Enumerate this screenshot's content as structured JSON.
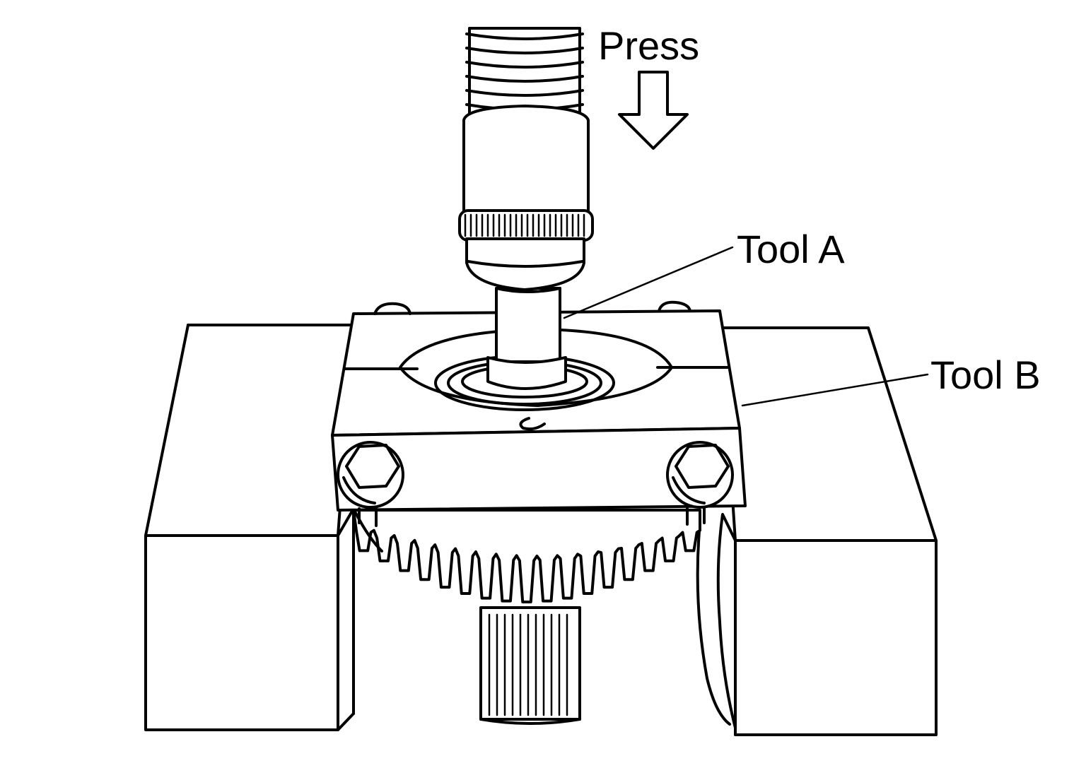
{
  "labels": {
    "press": "Press",
    "tool_a": "Tool A",
    "tool_b": "Tool B"
  },
  "colors": {
    "ink": "#000000",
    "paper": "#ffffff"
  }
}
